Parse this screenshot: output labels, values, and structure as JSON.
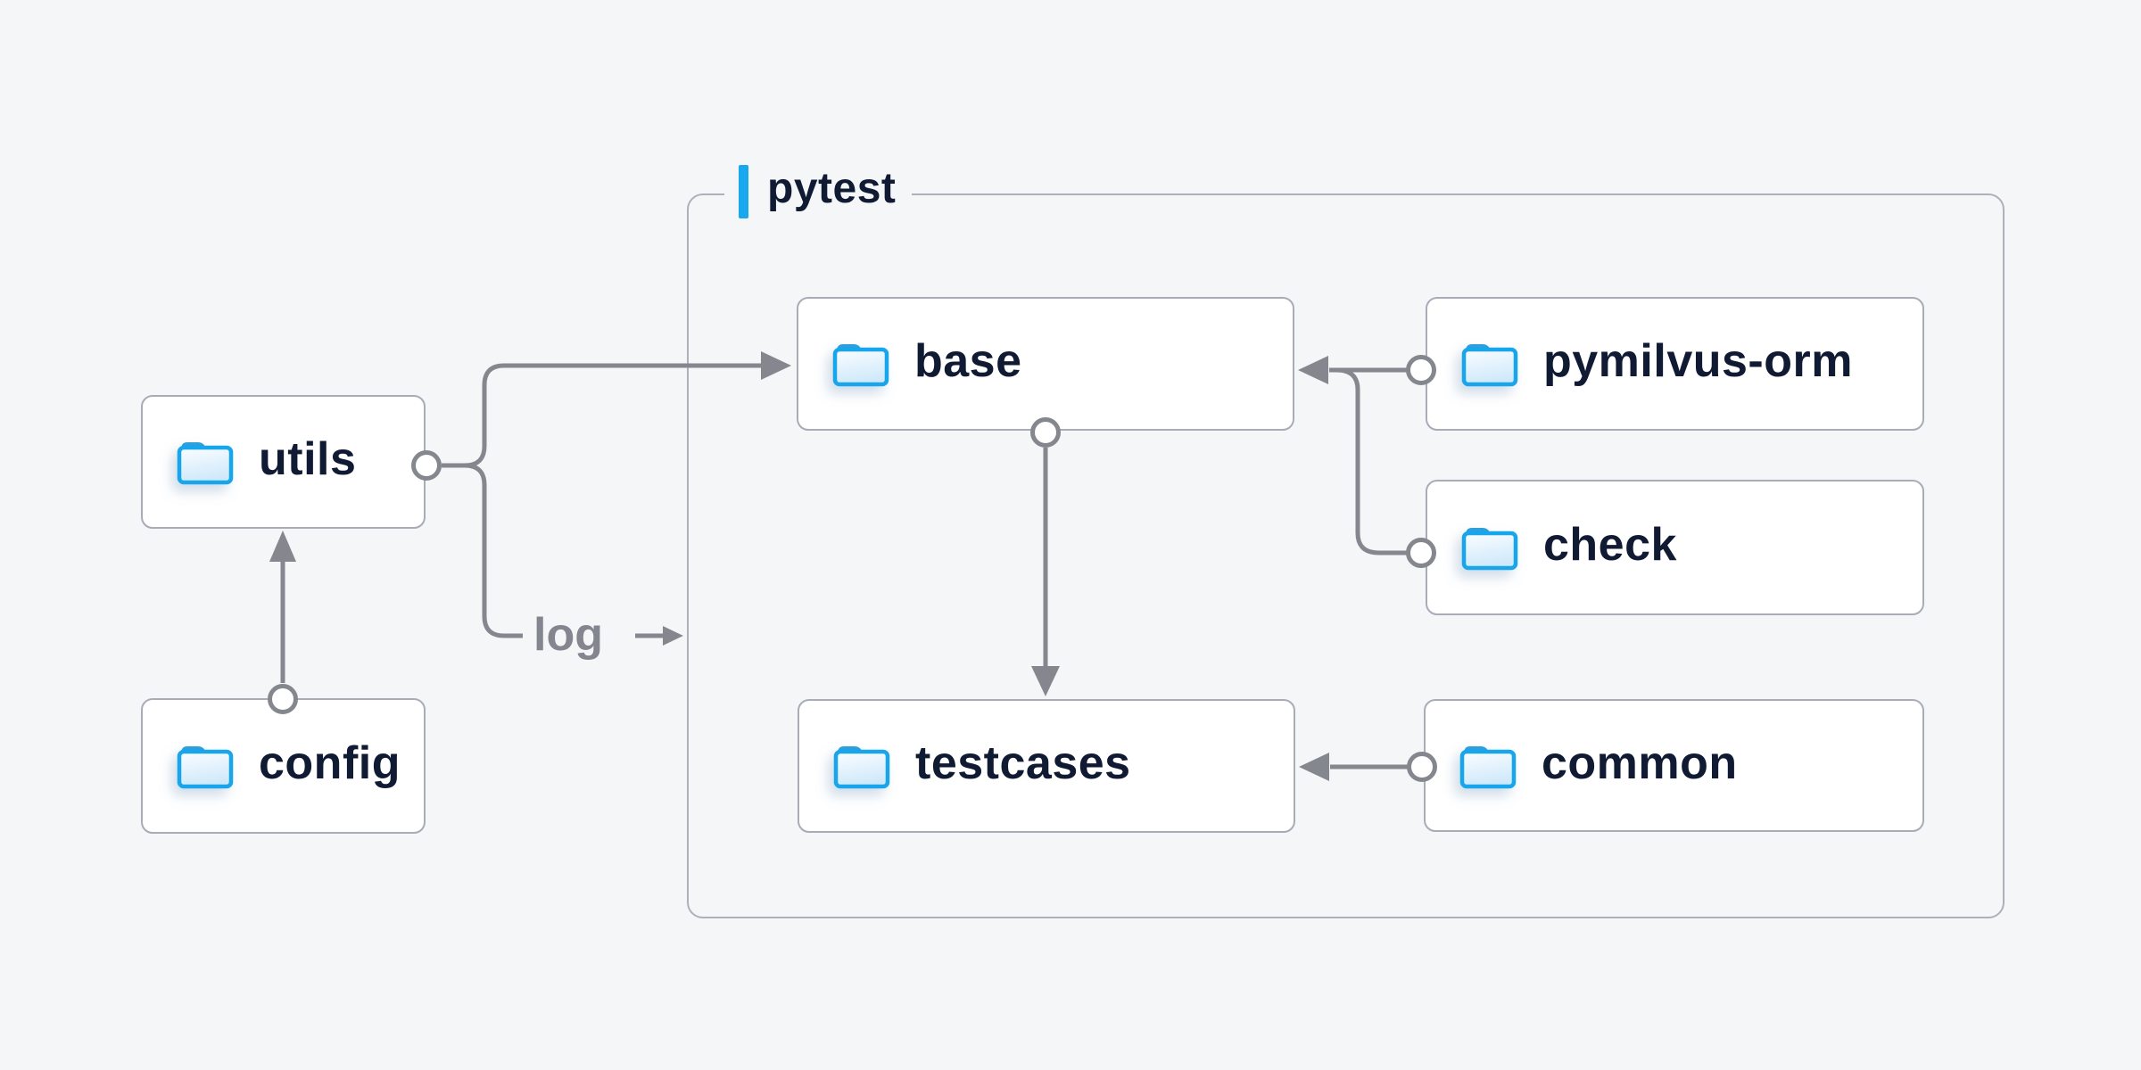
{
  "diagram": {
    "group": {
      "label": "pytest"
    },
    "nodes": [
      {
        "id": "utils",
        "label": "utils",
        "group": null
      },
      {
        "id": "config",
        "label": "config",
        "group": null
      },
      {
        "id": "base",
        "label": "base",
        "group": "pytest"
      },
      {
        "id": "pymilvus-orm",
        "label": "pymilvus-orm",
        "group": "pytest"
      },
      {
        "id": "check",
        "label": "check",
        "group": "pytest"
      },
      {
        "id": "testcases",
        "label": "testcases",
        "group": "pytest"
      },
      {
        "id": "common",
        "label": "common",
        "group": "pytest"
      }
    ],
    "edges": [
      {
        "from": "config",
        "to": "utils",
        "label": ""
      },
      {
        "from": "utils",
        "to": "base",
        "label": ""
      },
      {
        "from": "utils",
        "to": "pytest",
        "label": "log"
      },
      {
        "from": "pymilvus-orm",
        "to": "base",
        "label": ""
      },
      {
        "from": "check",
        "to": "base",
        "label": ""
      },
      {
        "from": "base",
        "to": "testcases",
        "label": ""
      },
      {
        "from": "common",
        "to": "testcases",
        "label": ""
      }
    ],
    "icons": {
      "node_icon": "folder-icon",
      "group_marker": "accent-bar"
    },
    "colors": {
      "background": "#f5f6f8",
      "card_background": "#ffffff",
      "card_border": "#a9abb7",
      "group_border": "#aeb0bc",
      "connector_gray": "#85878f",
      "text_navy": "#101a33",
      "edge_label_gray": "#84868f",
      "accent_blue": "#17a8ee",
      "folder_stroke": "#17a5ec",
      "folder_tab": "#2e9fdd",
      "folder_fill_top": "#fbfdff",
      "folder_fill_bottom": "#cfe9fa"
    }
  }
}
